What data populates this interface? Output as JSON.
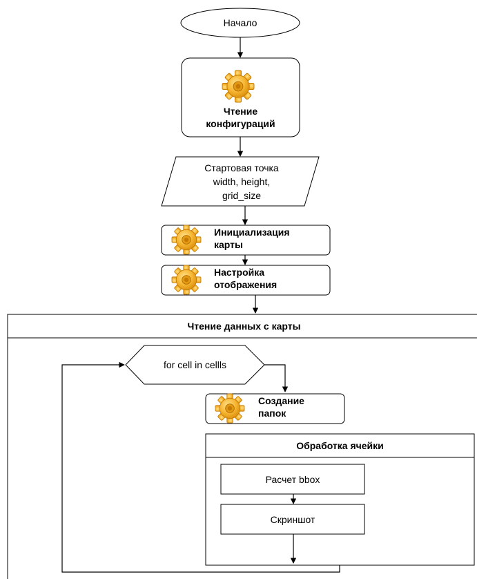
{
  "nodes": {
    "start": "Начало",
    "read_config": [
      "Чтение",
      "конфигураций"
    ],
    "input_io": [
      "Стартовая точка",
      "width, height,",
      "grid_size"
    ],
    "init_map": [
      "Инициализация",
      "карты"
    ],
    "setup_display": [
      "Настройка",
      "отображения"
    ],
    "loop_container_title": "Чтение данных с карты",
    "loop_header": "for cell in cellls",
    "create_folders": [
      "Создание",
      "папок"
    ],
    "cell_container_title": "Обработка ячейки",
    "calc_bbox": "Расчет bbox",
    "screenshot": "Скриншот"
  },
  "icons": {
    "process_icon": "gear-icon"
  },
  "colors": {
    "gear_fill": "#f7b733",
    "gear_shade": "#d98c0b",
    "stroke": "#000000",
    "background": "#ffffff"
  }
}
